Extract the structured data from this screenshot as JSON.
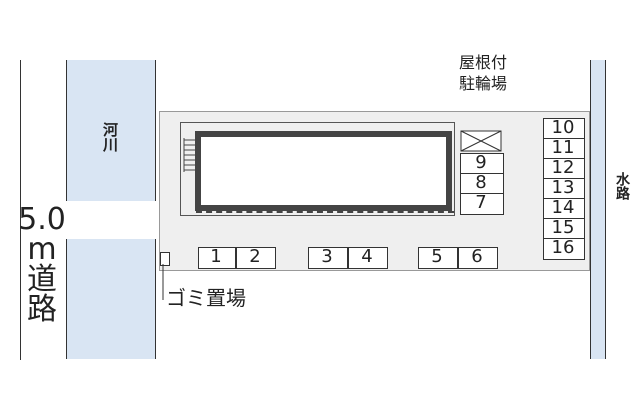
{
  "labels": {
    "river": "河川",
    "waterway": "水路",
    "road": "5.0m道路",
    "bike_parking_line1": "屋根付",
    "bike_parking_line2": "駐輪場",
    "garbage": "ゴミ置場"
  },
  "parking": {
    "bottom_row": [
      "1",
      "2",
      "3",
      "4",
      "5",
      "6"
    ],
    "middle_column": [
      "9",
      "8",
      "7"
    ],
    "right_column": [
      "10",
      "11",
      "12",
      "13",
      "14",
      "15",
      "16"
    ]
  },
  "colors": {
    "river": "#d9e5f3",
    "lot": "#efefef",
    "line": "#333333"
  }
}
